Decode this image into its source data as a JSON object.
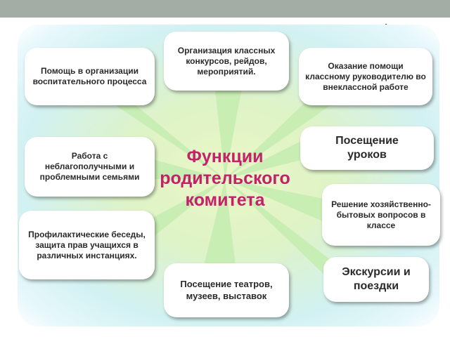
{
  "slide": {
    "center_title": [
      "Функции",
      "родительского",
      "комитета"
    ]
  },
  "boxes": {
    "help_education": "Помощь в организации воспитательного процесса",
    "organize_contests": "Организация классных конкурсов, рейдов, мероприятий.",
    "help_teacher": "Оказание помощи классному руководителю во внеклассной работе",
    "attend_lessons": "Посещение уроков",
    "troubled_families": "Работа с неблагополучными и проблемными семьями",
    "household_issues": "Решение хозяйственно-бытовых вопросов в классе",
    "prevention": "Профилактические беседы, защита прав учащихся в различных инстанциях.",
    "excursions": "Экскурсии и поездки",
    "theaters": "Посещение театров, музеев, выставок"
  },
  "colors": {
    "title": "#c4216a",
    "topbar": "#a4aca6",
    "rays": "#c7eeb4"
  }
}
